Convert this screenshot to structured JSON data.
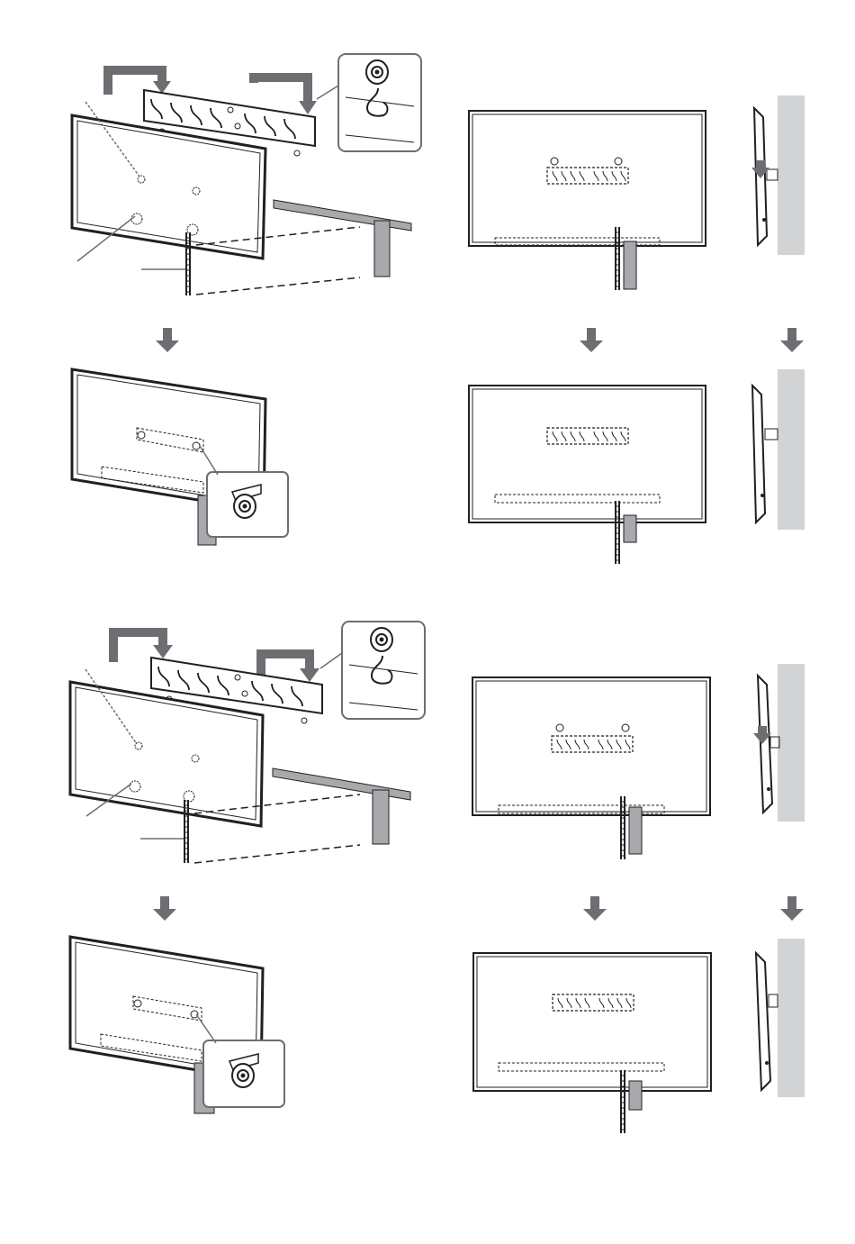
{
  "figure": {
    "title": "",
    "panels": [
      {
        "id": "A1",
        "group": "upper",
        "view": "perspective-hang-bracket"
      },
      {
        "id": "A2",
        "group": "upper",
        "view": "perspective-hooked"
      },
      {
        "id": "B1",
        "group": "upper",
        "view": "rear-before"
      },
      {
        "id": "B2",
        "group": "upper",
        "view": "rear-after"
      },
      {
        "id": "C1",
        "group": "upper",
        "view": "side-before"
      },
      {
        "id": "C2",
        "group": "upper",
        "view": "side-after"
      },
      {
        "id": "A3",
        "group": "lower",
        "view": "perspective-hang-bracket"
      },
      {
        "id": "A4",
        "group": "lower",
        "view": "perspective-hooked"
      },
      {
        "id": "B3",
        "group": "lower",
        "view": "rear-before"
      },
      {
        "id": "B4",
        "group": "lower",
        "view": "rear-after"
      },
      {
        "id": "C3",
        "group": "lower",
        "view": "side-before"
      },
      {
        "id": "C4",
        "group": "lower",
        "view": "side-after"
      }
    ],
    "step_arrow_count": 6
  },
  "colors": {
    "line": "#231f20",
    "arrow_fill": "#6d6e71",
    "wall_fill": "#d1d3d4",
    "bar_fill": "#a7a9ac",
    "background": "#ffffff"
  },
  "icons": {
    "step_arrow": "down-arrow-icon",
    "zoom_callout": "magnify-callout-icon",
    "spacer": "spacer-roller-icon",
    "hook": "hook-icon"
  }
}
